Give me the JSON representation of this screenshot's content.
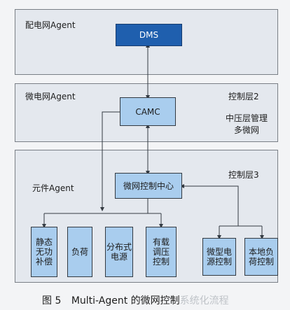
{
  "layers": {
    "distribution": {
      "label": "配电网Agent"
    },
    "microgrid": {
      "label": "微电网Agent",
      "right_label": "控制层2",
      "note_line1": "中压层管理",
      "note_line2": "多微网"
    },
    "component": {
      "label": "元件Agent",
      "right_label": "控制层3"
    }
  },
  "nodes": {
    "dms": "DMS",
    "camc": "CAMC",
    "mgcc": "微网控制中心"
  },
  "devices": {
    "static_var": "静态无功补偿",
    "load": "负荷",
    "distributed_source": "分布式电源",
    "oltc": "有载调压控制",
    "micro_source_control": "微型电源控制",
    "local_load_control": "本地负荷控制"
  },
  "caption": {
    "figure": "图 5",
    "text": "Multi-Agent 的微网控制",
    "obscured": "系统化流程"
  },
  "colors": {
    "layer_bg": "#e4e8ee",
    "node_dark": "#1f5fae",
    "node_light": "#a9cdee",
    "line": "#333a42"
  }
}
